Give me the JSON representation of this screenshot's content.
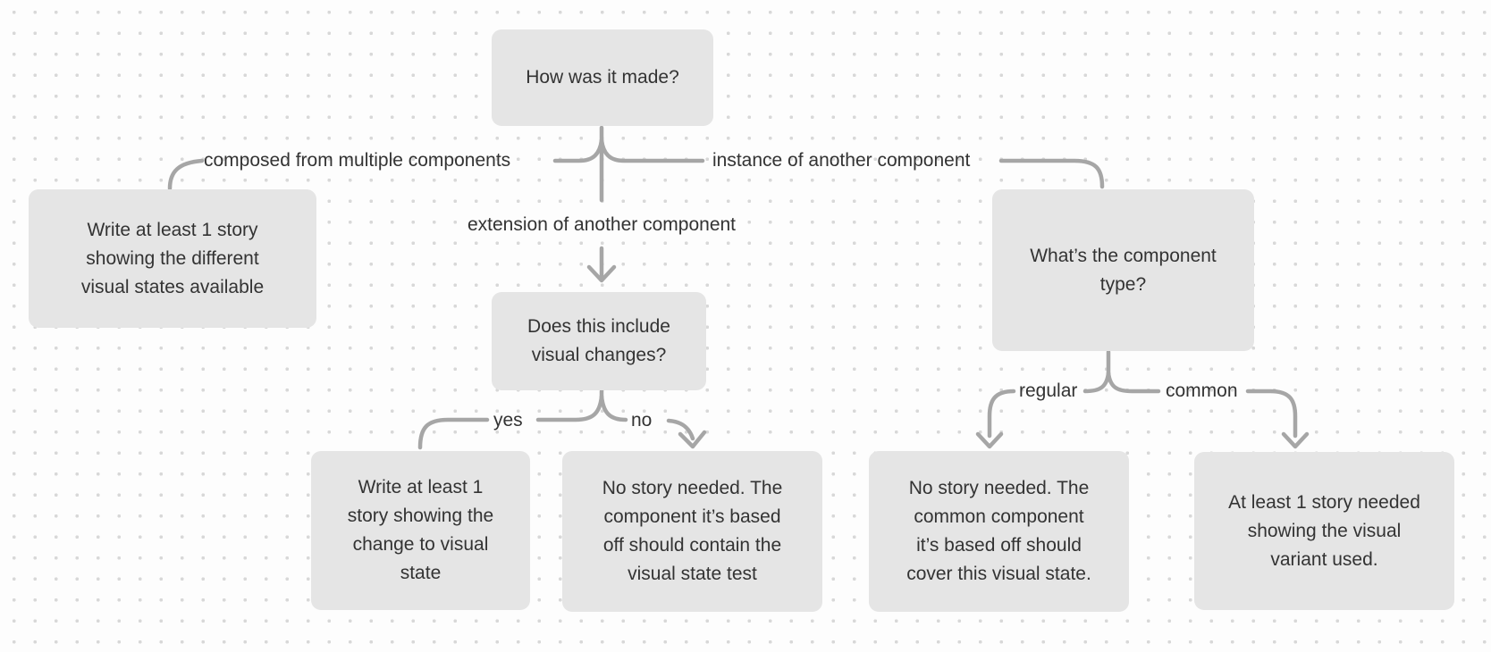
{
  "canvas": {
    "background": "#fdfdfd",
    "dot_color": "#d8d8d8",
    "node_fill": "#e5e5e5",
    "connector_color": "#a6a6a6",
    "text_color": "#333333"
  },
  "nodes": {
    "how_made": "How was it made?",
    "visual_states": "Write at least 1 story\nshowing the different\nvisual states available",
    "visual_changes": "Does this include\nvisual changes?",
    "component_type": "What’s the component\ntype?",
    "change_story": "Write at least 1\nstory showing the\nchange to visual\nstate",
    "no_story_base": "No story needed. The\ncomponent it’s based\noff should contain the\nvisual state test",
    "no_story_common": "No story needed. The\ncommon component\nit’s based off should\ncover this visual state.",
    "variant_story": "At least 1 story needed\nshowing the visual\nvariant used."
  },
  "edge_labels": {
    "composed": "composed from multiple components",
    "instance": "instance of another component",
    "extension": "extension of another component",
    "yes": "yes",
    "no": "no",
    "regular": "regular",
    "common": "common"
  }
}
